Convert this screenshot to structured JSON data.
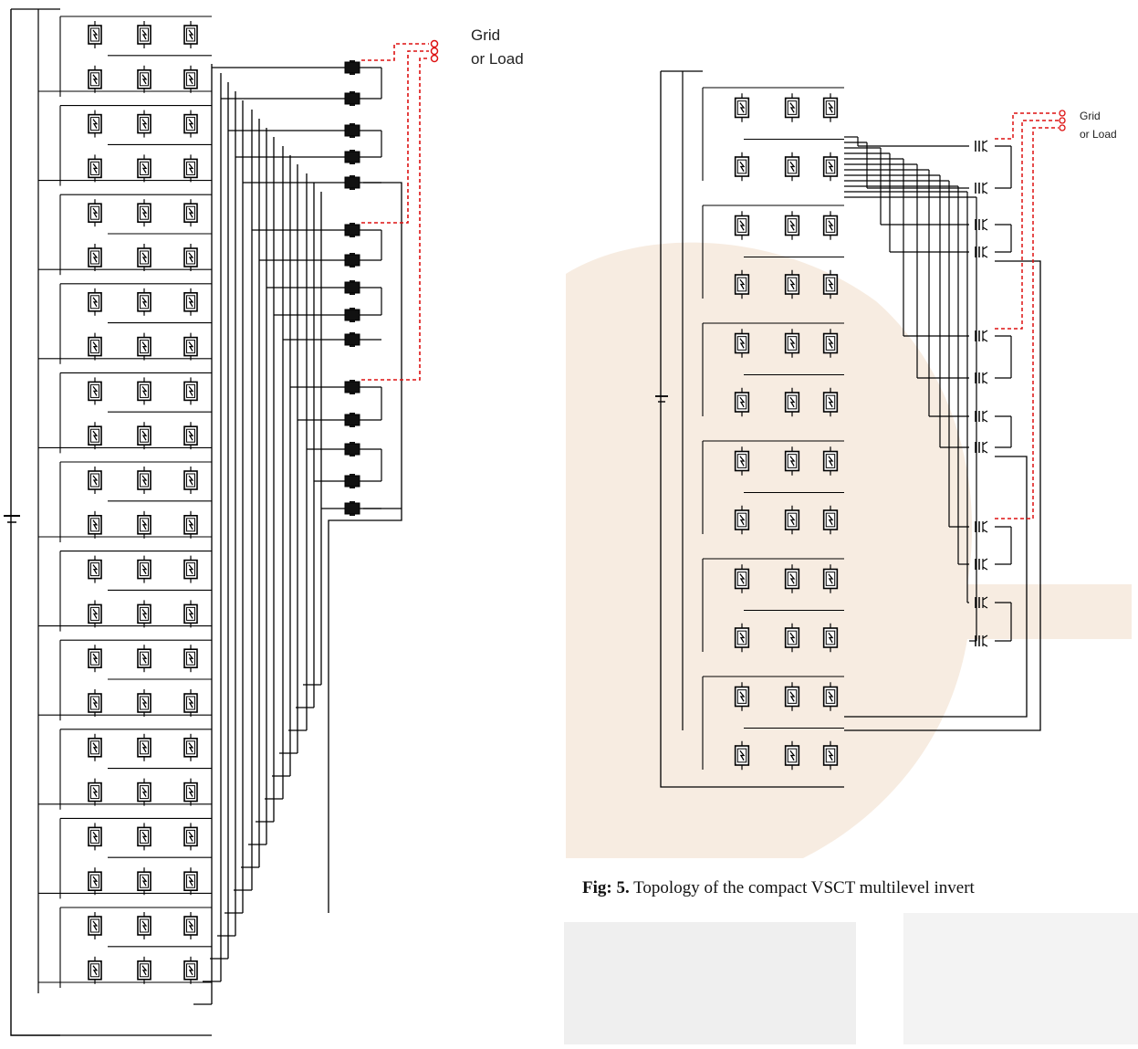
{
  "left_diagram": {
    "grid_label_line1": "Grid",
    "grid_label_line2": "or Load"
  },
  "right_diagram": {
    "grid_label_line1": "Grid",
    "grid_label_line2": "or Load"
  },
  "caption": {
    "prefix": "Fig: 5.",
    "text": "Topology of the compact VSCT  multilevel  invert"
  },
  "colors": {
    "wire": "#000000",
    "grid_connection": "#dd1111",
    "watermark": "#e9c9a9",
    "watermark_gray": "#dcdcdc"
  }
}
